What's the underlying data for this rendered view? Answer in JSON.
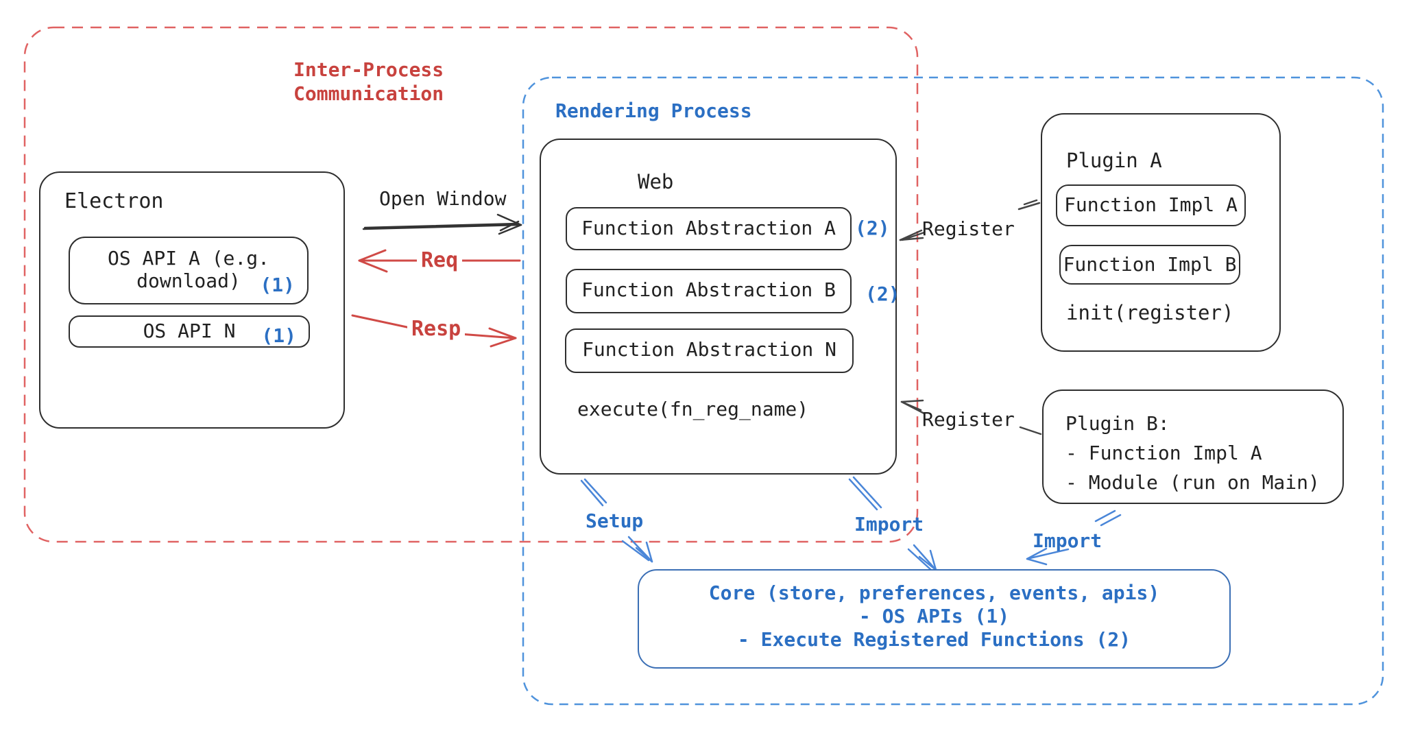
{
  "colors": {
    "ipc_border_red": "#e06262",
    "label_red": "#c8423e",
    "arrow_red": "#d04a46",
    "process_border_blue": "#4f93dc",
    "label_blue": "#2b6fc3",
    "arrow_blue": "#4a86d8",
    "core_border_blue": "#3b6fb5",
    "ink_black": "#212121",
    "box_border_black": "#2e2e2e"
  },
  "ipc": {
    "label_line1": "Inter-Process",
    "label_line2": "Communication"
  },
  "rendering": {
    "label": "Rendering Process"
  },
  "electron": {
    "title": "Electron",
    "api_a_line1": "OS API A (e.g.",
    "api_a_line2": "download)",
    "api_a_badge": "(1)",
    "api_n_text": "OS API N",
    "api_n_badge": "(1)"
  },
  "web": {
    "title": "Web",
    "fa_a": "Function Abstraction A",
    "fa_a_badge": "(2)",
    "fa_b": "Function Abstraction B",
    "fa_b_badge": "(2)",
    "fa_n": "Function Abstraction N",
    "execute": "execute(fn_reg_name)"
  },
  "plugin_a": {
    "title": "Plugin A",
    "impl_a": "Function Impl A",
    "impl_b": "Function Impl B",
    "init": "init(register)"
  },
  "plugin_b": {
    "title": "Plugin B:",
    "item1": "- Function Impl A",
    "item2": "- Module (run on Main)"
  },
  "core": {
    "line1": "Core (store, preferences, events, apis)",
    "line2": "- OS APIs (1)",
    "line3": "- Execute Registered Functions (2)"
  },
  "arrows": {
    "open_window": "Open Window",
    "req": "Req",
    "resp": "Resp",
    "register1": "Register",
    "register2": "Register",
    "setup": "Setup",
    "import1": "Import",
    "import2": "Import"
  }
}
